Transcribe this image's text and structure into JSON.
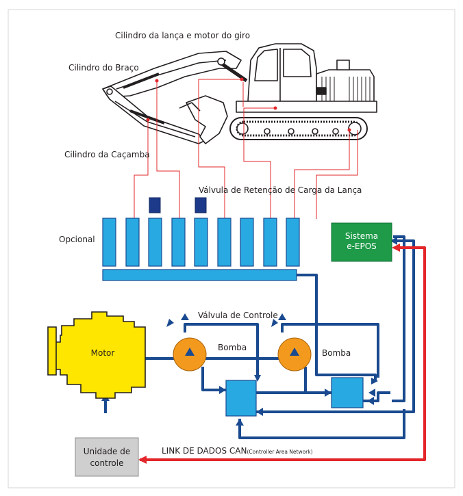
{
  "labels": {
    "boom_cylinder_swing": "Cilindro da lança e motor do giro",
    "arm_cylinder": "Cilindro do Braço",
    "bucket_cylinder": "Cilindro da Caçamba",
    "boom_check_valve": "Válvula de Retenção de Carga da Lança",
    "optional": "Opcional",
    "control_valve": "Válvula de Controle",
    "engine": "Motor",
    "pump_left": "Bomba",
    "pump_right": "Bomba",
    "epos_line1": "Sistema",
    "epos_line2": "e-EPOS",
    "control_unit_line1": "Unidade de",
    "control_unit_line2": "controle",
    "can_link": "LINK DE DADOS CAN",
    "can_link_note": "(Controller Area Network)"
  },
  "colors": {
    "hydraulic": "#1a4a8f",
    "electric": "#e3262a",
    "valve": "#29a9e1",
    "check_valve": "#1d3a8a",
    "pump": "#f39a1e",
    "engine": "#ffe600",
    "epos": "#1e9a48",
    "control_unit": "#cfcfcf",
    "sensor_line": "#e3262a"
  }
}
